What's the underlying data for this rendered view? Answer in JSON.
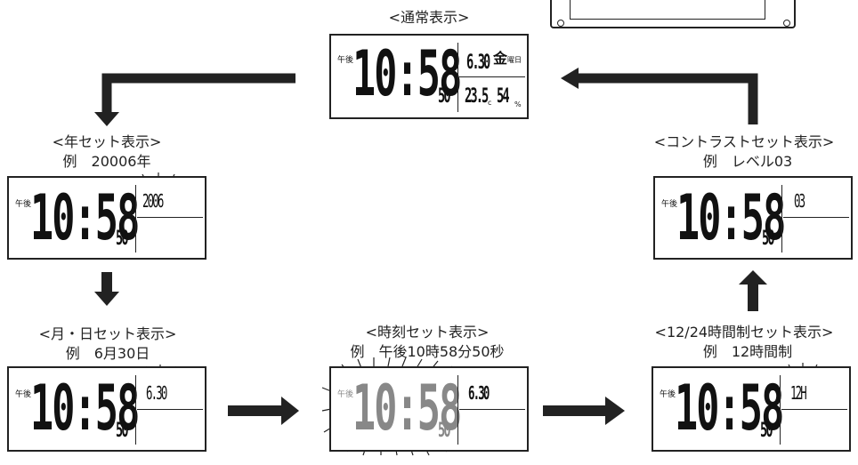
{
  "normal": {
    "title": "<通常表示>",
    "pm": "午後",
    "time": "10:58",
    "sec": "50",
    "date": "6.30",
    "temp": "23.5",
    "hum": "54"
  },
  "year": {
    "title": "<年セット表示>",
    "example": "例　20006年",
    "pm": "午後",
    "time": "10:58",
    "sec": "50",
    "value": "2006"
  },
  "month_day": {
    "title": "<月・日セット表示>",
    "example": "例　6月30日",
    "pm": "午後",
    "time": "10:58",
    "sec": "50",
    "value": "6.30"
  },
  "time_set": {
    "title": "<時刻セット表示>",
    "example": "例　午後10時58分50秒",
    "pm": "午後",
    "time": "10:58",
    "sec": "50",
    "date": "6.30"
  },
  "hour_mode": {
    "title": "<12/24時間制セット表示>",
    "example": "例　12時間制",
    "pm": "午後",
    "time": "10:58",
    "sec": "50",
    "value": "12H"
  },
  "contrast": {
    "title": "<コントラストセット表示>",
    "example": "例　レベル03",
    "pm": "午後",
    "time": "10:58",
    "sec": "50",
    "value": "03"
  }
}
